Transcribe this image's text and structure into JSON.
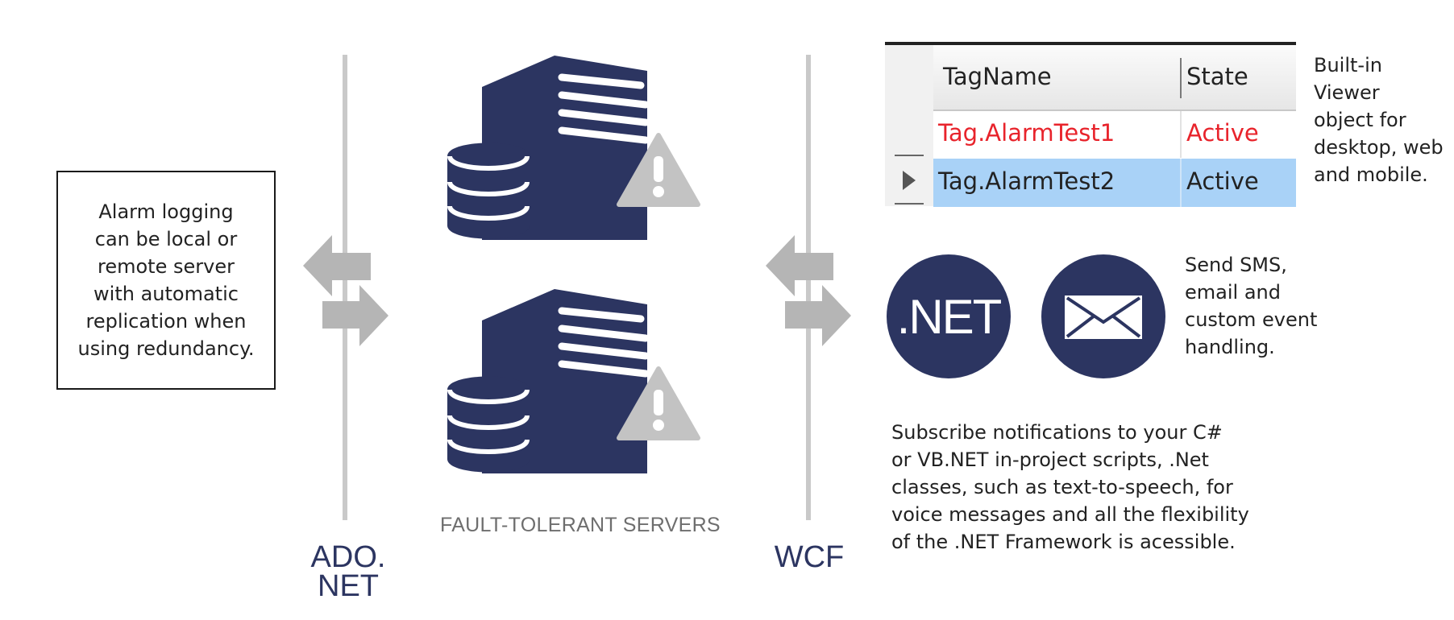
{
  "left_box": {
    "text": "Alarm logging\ncan be local or\nremote server\nwith automatic\nreplication when\nusing redundancy."
  },
  "connectors": {
    "left_label": "ADO.\nNET",
    "right_label": "WCF"
  },
  "servers": {
    "caption": "FAULT-TOLERANT SERVERS"
  },
  "alarm_table": {
    "columns": [
      "TagName",
      "State"
    ],
    "rows": [
      {
        "tag": "Tag.AlarmTest1",
        "state": "Active",
        "selected": false
      },
      {
        "tag": "Tag.AlarmTest2",
        "state": "Active",
        "selected": true
      }
    ]
  },
  "viewer_note": "Built-in Viewer\nobject for\ndesktop, web\nand mobile.",
  "net_badge": {
    "text": ".NET"
  },
  "notify_note": "Send SMS,\nemail and\ncustom event\nhandling.",
  "scripts_note": "Subscribe notifications to your C#\nor VB.NET in-project scripts, .Net\nclasses, such as text-to-speech, for\nvoice messages and all the flexibility\nof the .NET Framework is acessible.",
  "colors": {
    "navy": "#2c3561",
    "arrow_grey": "#b5b5b5",
    "warning_grey": "#c3c3c3",
    "alarm_red": "#e8232b",
    "selected_row": "#a9d2f7"
  }
}
